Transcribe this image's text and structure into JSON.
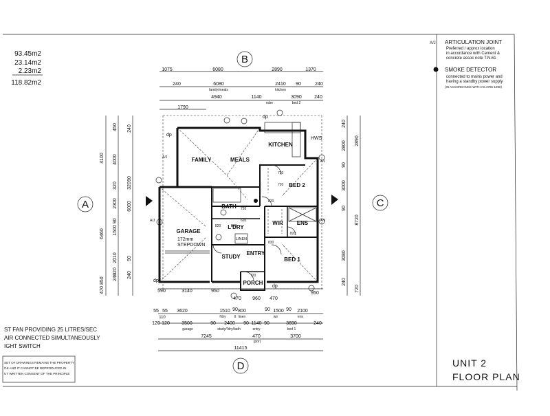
{
  "areas": [
    "93.45m2",
    "23.14m2",
    "2.23m2",
    "118.82m2"
  ],
  "legend": {
    "articulation_symbol": "A/J",
    "articulation_title": "ARTICULATION JOINT",
    "articulation_lines": [
      "Preferred / approx location",
      "in accordance with Cement &",
      "concrete assoc note T.N.61"
    ],
    "smoke_title": "SMOKE DETECTOR",
    "smoke_lines": [
      "connected to mains power and",
      "having a standby power supply",
      "(IN ACCORDANCE WITH AS.3786-1990)"
    ]
  },
  "grid_labels": {
    "top": "B",
    "left": "A",
    "right": "C",
    "bottom": "D"
  },
  "rooms": {
    "family": "FAMILY",
    "meals": "MEALS",
    "kitchen": "KITCHEN",
    "bed2": "BED 2",
    "bath": "BATH",
    "garage": "GARAGE",
    "garage_note1": "172mm",
    "garage_note2": "STEPDOWN",
    "ldry": "L'DRY",
    "linen": "LINEN",
    "wir": "WIR",
    "ens": "ENS",
    "study": "STUDY",
    "entry": "ENTRY",
    "bed1": "BED 1",
    "porch": "PORCH"
  },
  "dims": {
    "top1": [
      "1075",
      "6080",
      "2890",
      "1370"
    ],
    "top2": [
      "240",
      "6080",
      "2410",
      "90",
      "240"
    ],
    "top2_sub": [
      "family/meals",
      "kitchen"
    ],
    "top3": [
      "4940",
      "1140",
      "3090",
      "240"
    ],
    "top3_sub": [
      "robe",
      "bed 2"
    ],
    "top4": "1790",
    "left_outer": [
      "4100",
      "6460",
      "470 850"
    ],
    "left_mid": [
      "450",
      "4000",
      "320",
      "2300",
      "1500 90",
      "6000",
      "2010",
      "320",
      "240"
    ],
    "left_inner": [
      "240",
      "90",
      "320",
      "90",
      "240"
    ],
    "right_inner": [
      "240",
      "2800",
      "90",
      "3000",
      "90",
      "3080",
      "240"
    ],
    "right_outer": [
      "2890",
      "8720",
      "720"
    ],
    "bottom1": [
      "590",
      "3140",
      "950",
      "470",
      "960",
      "470",
      "950"
    ],
    "bottom2": [
      "55",
      "55",
      "3620",
      "1510",
      "90",
      "800",
      "90",
      "1500",
      "90",
      "2100"
    ],
    "bottom2_sub": [
      "110",
      "f'dry",
      "lt",
      "linen",
      "wir",
      "ens"
    ],
    "bottom3": [
      "120",
      "120",
      "3500",
      "90",
      "2400",
      "90",
      "1140",
      "90",
      "3690",
      "240"
    ],
    "bottom3_sub": [
      "garage",
      "study/l'dry/bath",
      "entry",
      "bed 1"
    ],
    "bottom4": [
      "7245",
      "470",
      "3700"
    ],
    "bottom4_sub": "(por)",
    "bottom5": "11415",
    "misc": [
      "720",
      "720",
      "720",
      "820",
      "820",
      "820",
      "830",
      "820",
      "720",
      "620"
    ]
  },
  "markers": {
    "dp": "dp",
    "hws": "HWS",
    "aj": "A/J"
  },
  "left_note": [
    "ST FAN PROVIDING 25 LITRES/SEC",
    "AIR CONNECTED SIMULTANEOUSLY",
    "IGHT SWITCH"
  ],
  "copyright": [
    "SET OF DRAWINGS REMAINS THE PROPERTY",
    "OK AND IT CANNOT BE REPRODUCED IN",
    "UT WRITTEN CONSENT OF THE PRINCIPLE"
  ],
  "title": [
    "UNIT 2",
    "FLOOR PLAN"
  ],
  "colors": {
    "ink": "#111111",
    "paper": "#ffffff"
  }
}
